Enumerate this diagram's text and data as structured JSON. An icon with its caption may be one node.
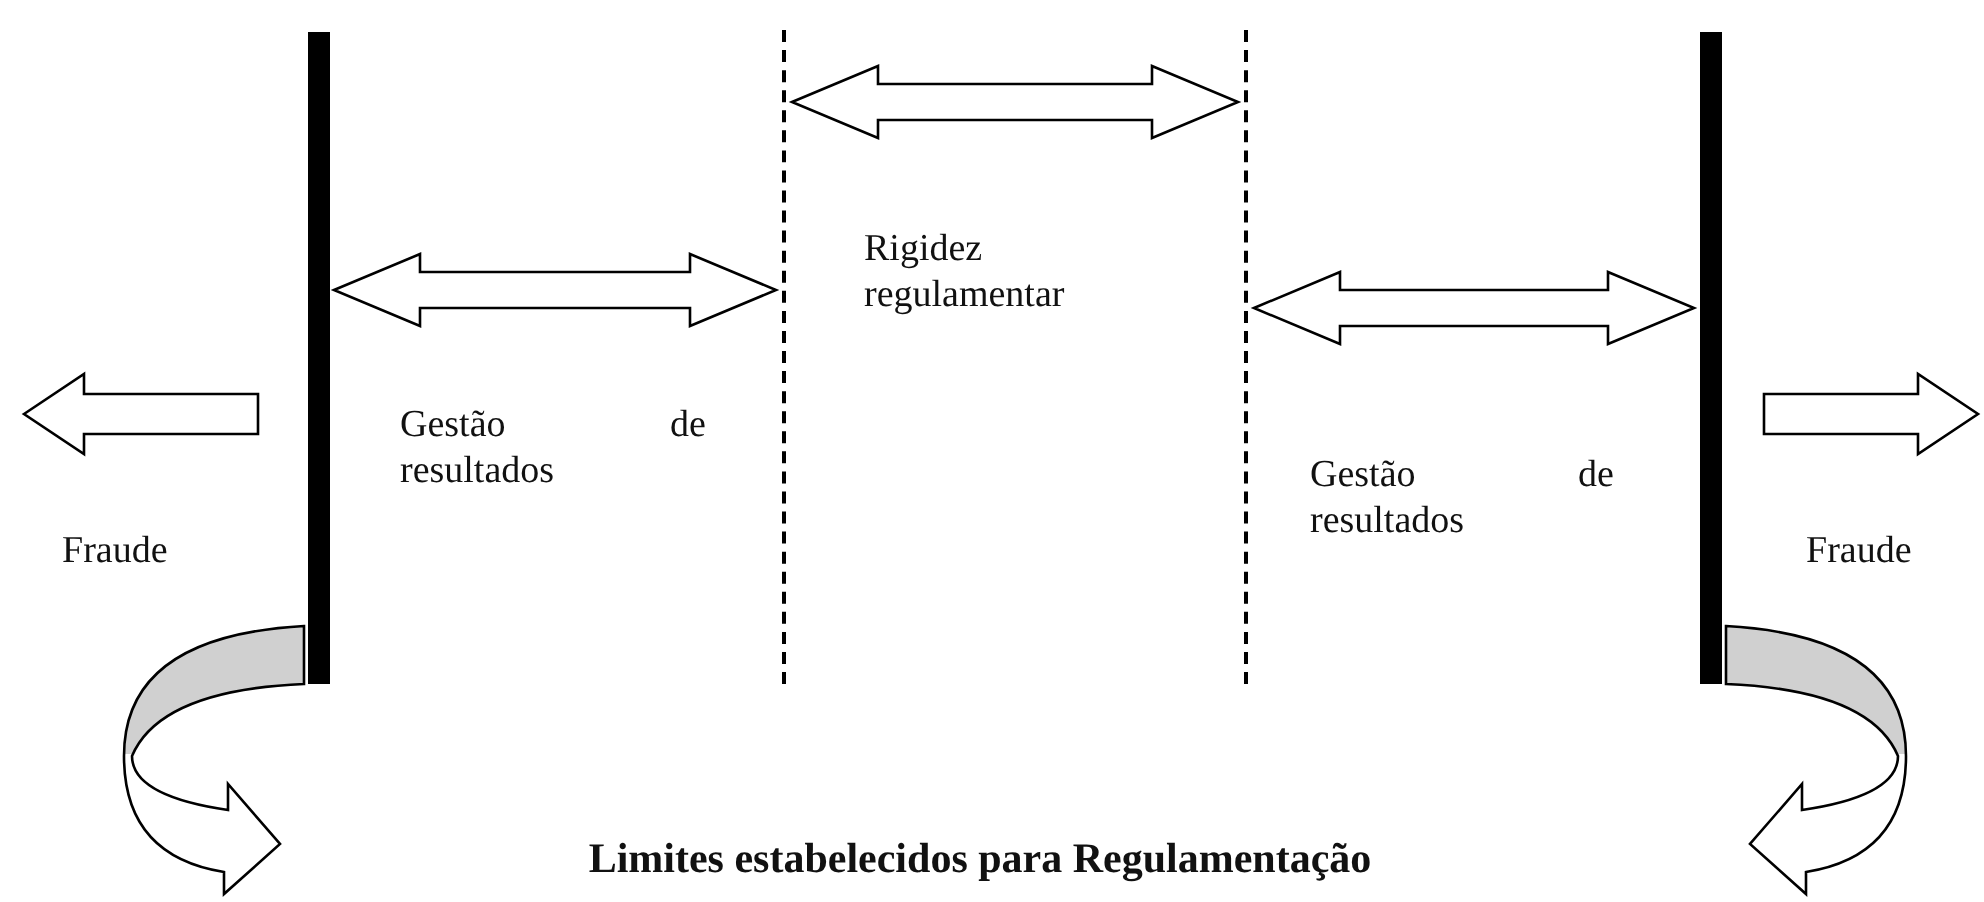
{
  "diagram": {
    "nodes": [
      {
        "text": [],
        "shape": "bar"
      },
      {
        "text": [],
        "shape": "line"
      },
      {
        "text": [],
        "shape": "line"
      },
      {
        "text": [],
        "shape": "bar"
      }
    ],
    "edges": [
      {
        "from": 0,
        "to": 1,
        "arrow": "both"
      },
      {
        "from": 1,
        "to": 2,
        "arrow": "both"
      },
      {
        "from": 2,
        "to": 3,
        "arrow": "both"
      },
      {
        "from": 0,
        "to": null,
        "arrow": "to"
      },
      {
        "from": 3,
        "to": null,
        "arrow": "to"
      }
    ],
    "labels": [
      "Rigidez regulamentar",
      "Gestão de resultados",
      "Gestão de resultados",
      "Fraude",
      "Fraude",
      "Limites estabelecidos para Regulamentação"
    ]
  }
}
